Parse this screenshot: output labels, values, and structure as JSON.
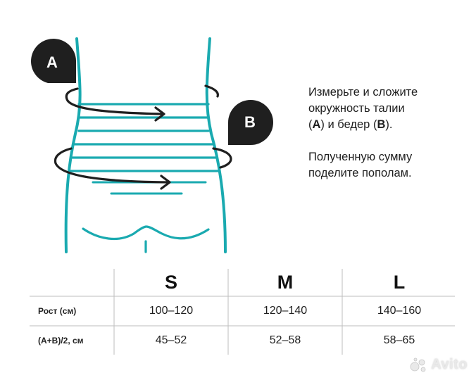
{
  "diagram": {
    "marker_a": "A",
    "marker_b": "B",
    "colors": {
      "accent": "#1aaab0",
      "marker": "#1f1f1f"
    }
  },
  "instructions": {
    "line1": "Измерьте и сложите",
    "line2": "окружность талии",
    "line3_open": "(",
    "line3_a": "A",
    "line3_mid": ") и бедер (",
    "line3_b": "B",
    "line3_close": ").",
    "line4": "Полученную сумму",
    "line5": "поделите пополам."
  },
  "table": {
    "sizes": [
      "S",
      "M",
      "L"
    ],
    "rows": [
      {
        "label": "Рост (см)",
        "values": [
          "100–120",
          "120–140",
          "140–160"
        ]
      },
      {
        "label": "(A+B)/2, см",
        "values": [
          "45–52",
          "52–58",
          "58–65"
        ]
      }
    ]
  },
  "watermark": {
    "text": "Avito"
  }
}
